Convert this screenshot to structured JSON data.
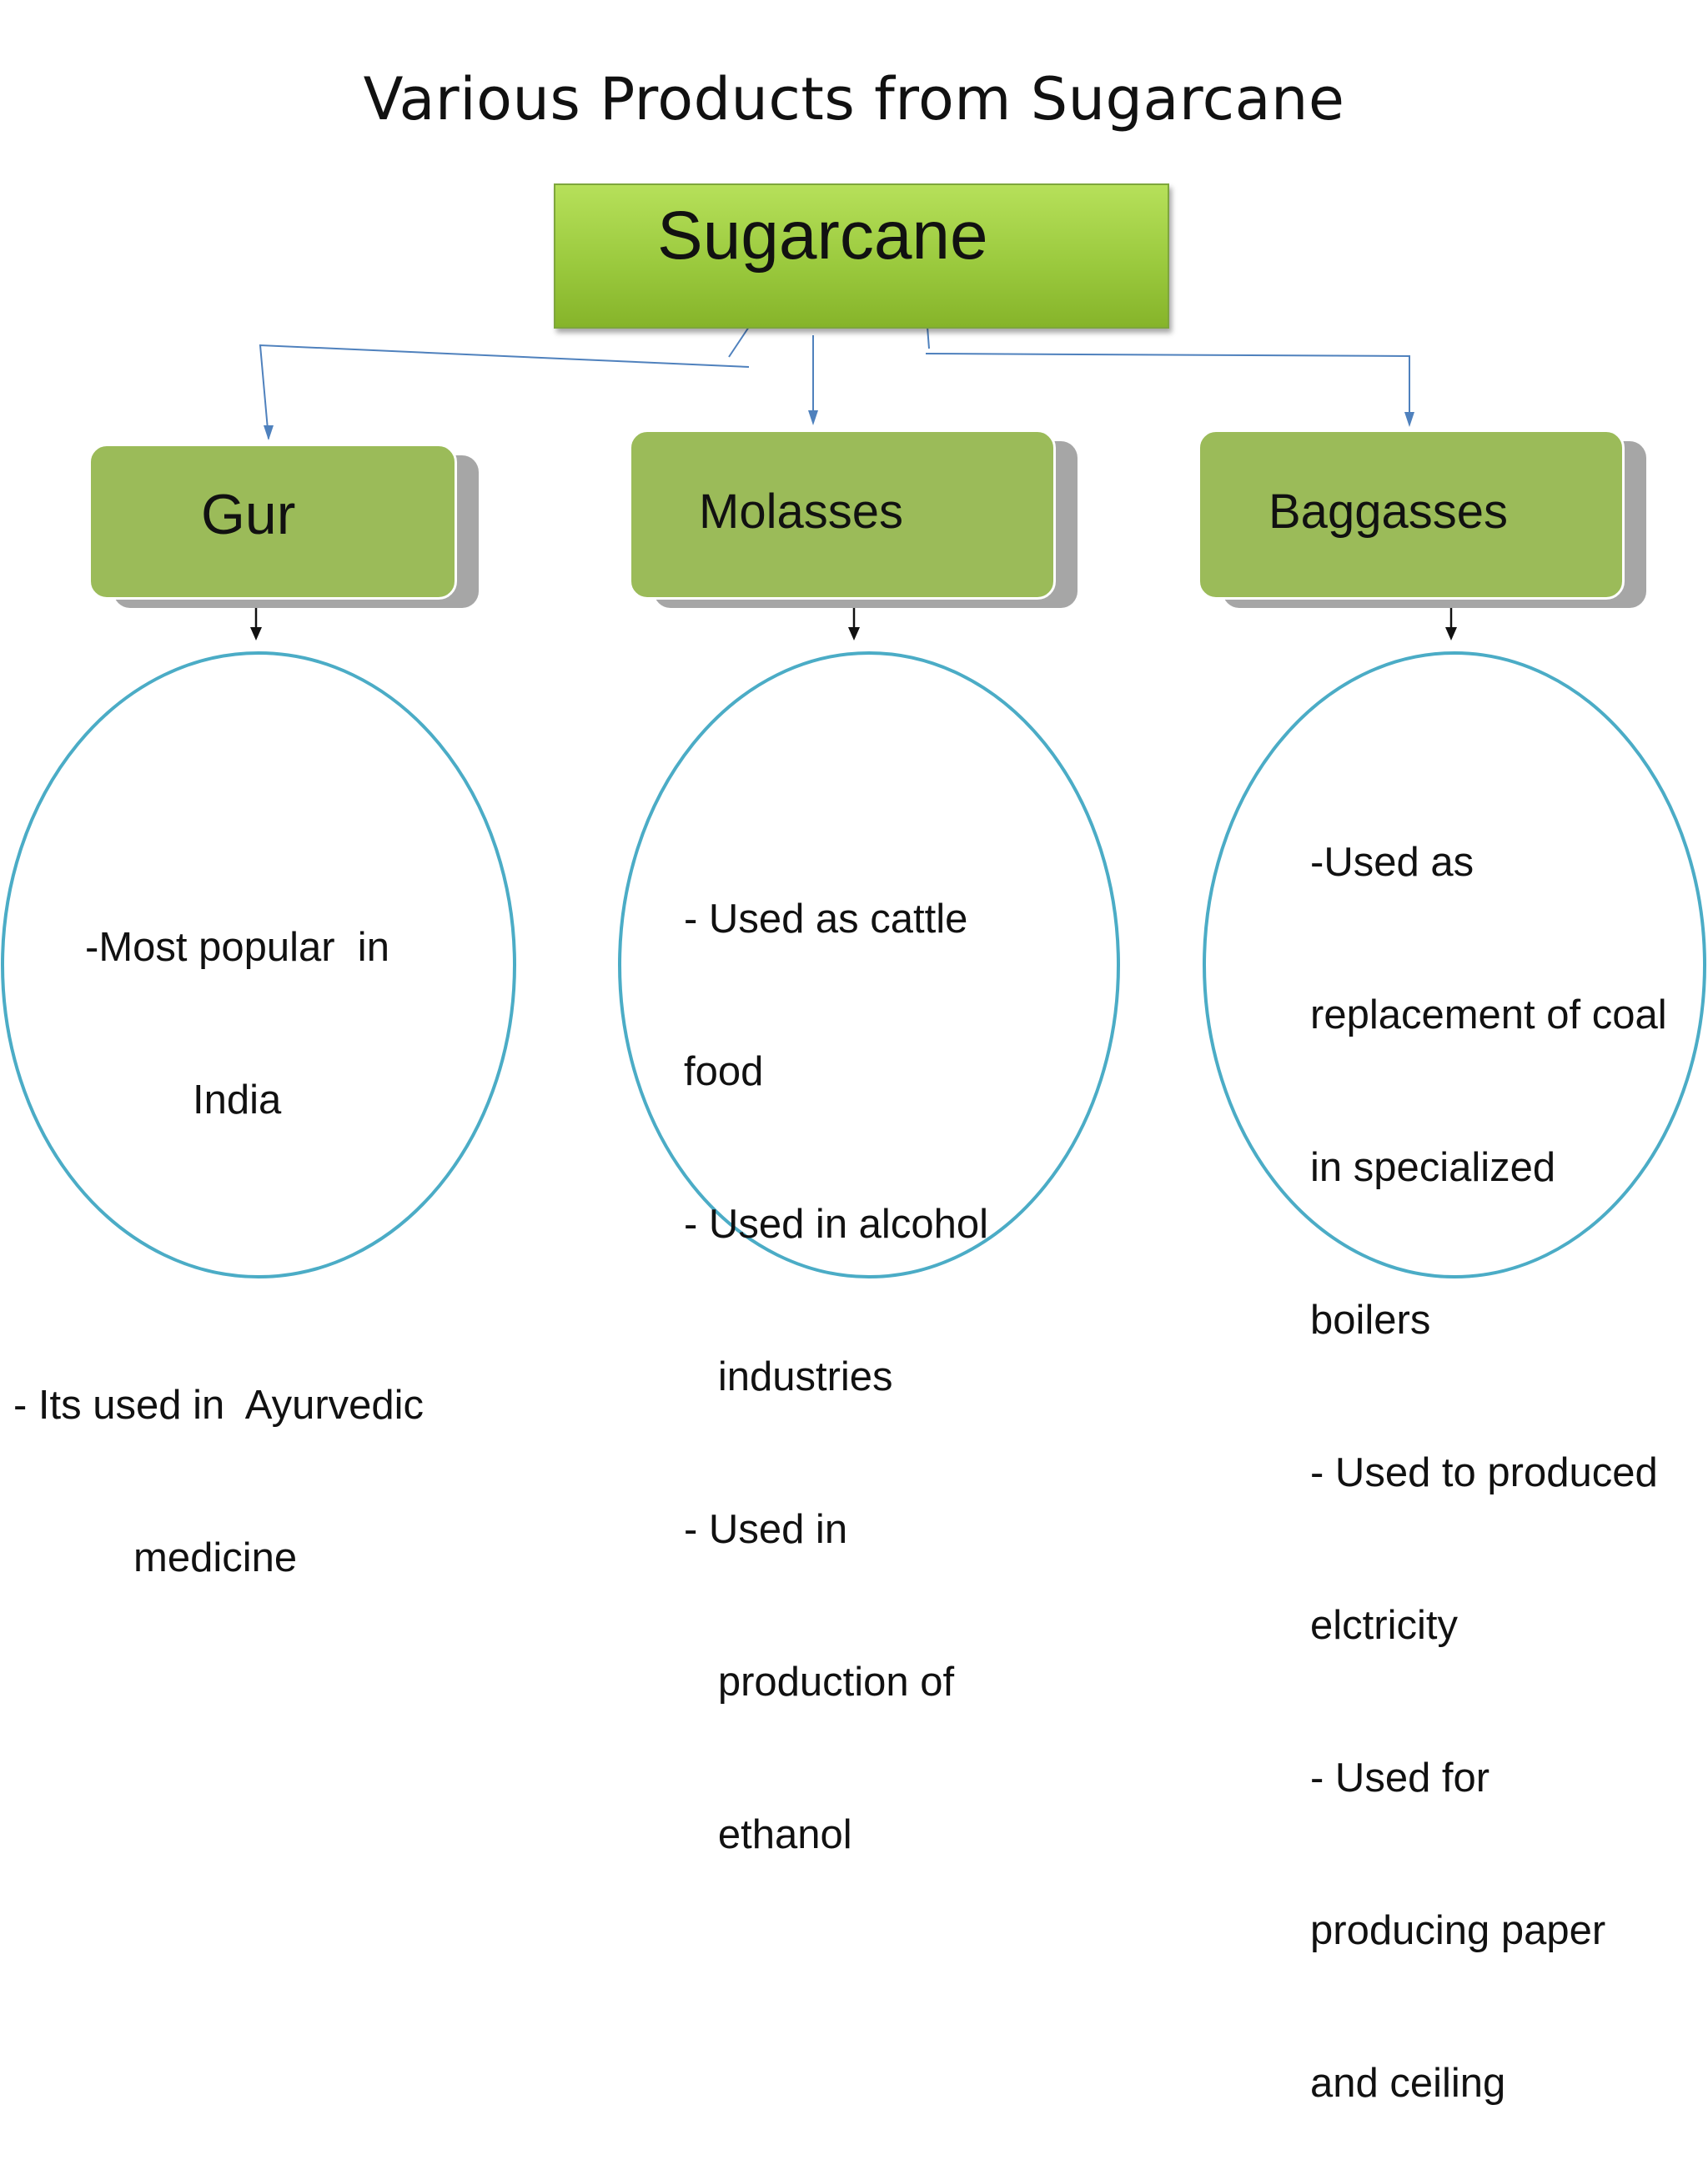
{
  "title": "Various Products from Sugarcane",
  "root": {
    "label": "Sugarcane"
  },
  "products": [
    {
      "label": "Gur",
      "uses": [
        "-Most popular  in",
        "India",
        "",
        "- Its used in  Ayurvedic",
        "medicine"
      ]
    },
    {
      "label": "Molasses",
      "uses": [
        "- Used as cattle",
        "food",
        "- Used in alcohol",
        "   industries",
        "- Used in",
        "   production of",
        "   ethanol"
      ]
    },
    {
      "label": "Baggasses",
      "uses": [
        "-Used as",
        "replacement of coal",
        "in specialized",
        "boilers",
        "- Used to produced",
        "elctricity",
        "- Used for",
        "producing paper",
        "and ceiling"
      ]
    }
  ],
  "colors": {
    "root_fill": "#9bca3e",
    "card_fill": "#9bbb59",
    "card_shadow": "#a6a6a6",
    "connector": "#4f81bd",
    "bubble_outline": "#4bacc6"
  }
}
